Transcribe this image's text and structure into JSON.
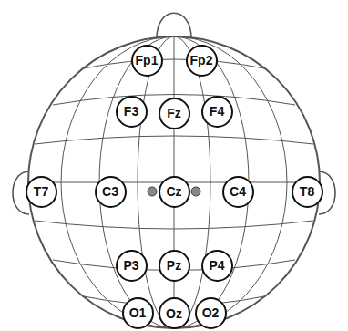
{
  "diagram": {
    "nodes": [
      {
        "text": [
          "Fp1"
        ]
      },
      {
        "text": [
          "Fp2"
        ]
      },
      {
        "text": [
          "F3"
        ]
      },
      {
        "text": [
          "Fz"
        ]
      },
      {
        "text": [
          "F4"
        ]
      },
      {
        "text": [
          "T7"
        ]
      },
      {
        "text": [
          "C3"
        ]
      },
      {
        "text": [
          "Cz"
        ]
      },
      {
        "text": [
          "C4"
        ]
      },
      {
        "text": [
          "T8"
        ]
      },
      {
        "text": [
          "P3"
        ]
      },
      {
        "text": [
          "Pz"
        ]
      },
      {
        "text": [
          "P4"
        ]
      },
      {
        "text": [
          "O1"
        ]
      },
      {
        "text": [
          "Oz"
        ]
      },
      {
        "text": [
          "O2"
        ]
      }
    ]
  }
}
